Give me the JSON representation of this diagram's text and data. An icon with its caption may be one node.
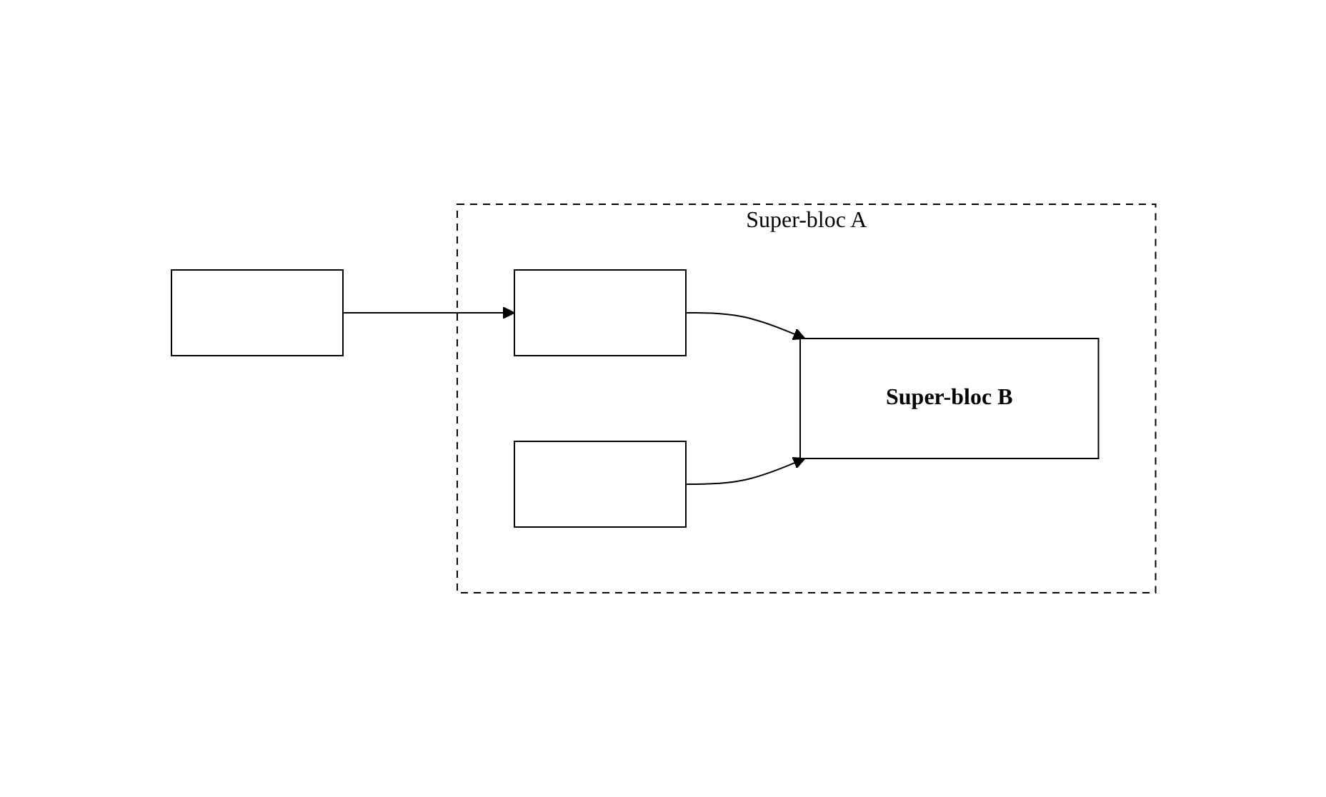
{
  "diagram": {
    "nodes": [
      {
        "text": [
          "Super-bloc A"
        ]
      },
      {
        "text": [],
        "shape": "box"
      },
      {
        "text": [],
        "shape": "box",
        "in": 0
      },
      {
        "text": [],
        "shape": "box",
        "in": 0
      },
      {
        "text": [
          "Super-bloc B"
        ],
        "in": 0
      }
    ],
    "edges": [
      {
        "from": 1,
        "to": 2,
        "arrow": "to"
      },
      {
        "from": 2,
        "to": 4,
        "arrow": "to"
      },
      {
        "from": 3,
        "to": 4,
        "arrow": "to"
      }
    ]
  }
}
